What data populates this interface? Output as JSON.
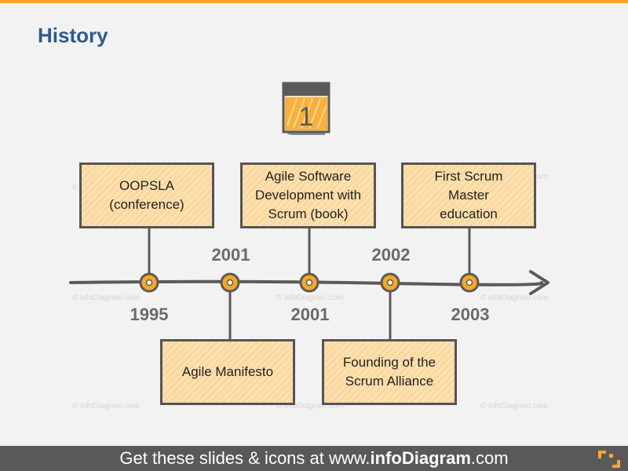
{
  "title": "History",
  "calendar": {
    "label": "1"
  },
  "events_top": [
    {
      "text": "OOPSLA\n(conference)",
      "year": "1995"
    },
    {
      "text": "Agile Software\nDevelopment with\nScrum (book)",
      "year": "2001"
    },
    {
      "text": "First Scrum\nMaster\neducation",
      "year": "2003"
    }
  ],
  "events_bottom": [
    {
      "text": "Agile Manifesto",
      "year": "2001"
    },
    {
      "text": "Founding of the\nScrum Alliance",
      "year": "2002"
    }
  ],
  "watermark": "© infoDiagram.com",
  "footer": {
    "prefix": "Get these slides & icons at www.",
    "brand": "infoDiagram",
    "suffix": ".com"
  },
  "colors": {
    "accent": "#f7a823",
    "title": "#2e5b8a",
    "box_fill": "#fcd79b",
    "outline": "#555555",
    "year_text": "#6b6b6b",
    "footer_bg": "#595959"
  },
  "icons": [
    "calendar-icon",
    "arrow-right-icon",
    "timeline-node-icon",
    "infodiagram-logo-icon"
  ]
}
